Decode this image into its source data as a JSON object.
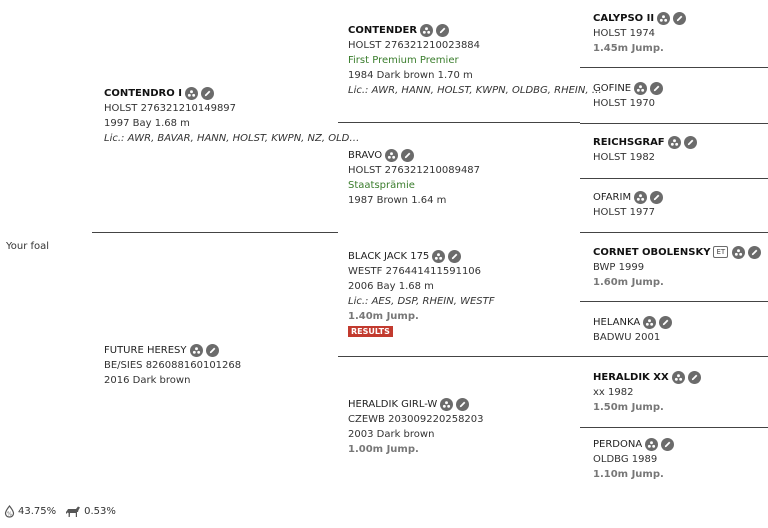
{
  "foal": {
    "label": "Your foal"
  },
  "stats": {
    "blood_percent": "43.75%",
    "thoroughbred_percent": "0.53%"
  },
  "gen1": [
    {
      "name": "CONTENDRO I",
      "id": "HOLST 276321210149897",
      "info": "1997 Bay 1.68 m",
      "lic": "Lic.: AWR, BAVAR, HANN, HOLST, KWPN, NZ, OLD…"
    },
    {
      "name": "FUTURE HERESY",
      "id": "BE/SIES 826088160101268",
      "info": "2016 Dark brown"
    }
  ],
  "gen2": [
    {
      "name": "CONTENDER",
      "id": "HOLST 276321210023884",
      "award": "First Premium Premier",
      "info": "1984 Dark brown 1.70 m",
      "lic": "Lic.: AWR, HANN, HOLST, KWPN, OLDBG, RHEIN, …"
    },
    {
      "name": "BRAVO",
      "id": "HOLST 276321210089487",
      "award": "Staatsprämie",
      "info": "1987 Brown 1.64 m"
    },
    {
      "name": "BLACK JACK 175",
      "id": "WESTF 276441411591106",
      "info": "2006 Bay 1.68 m",
      "lic": "Lic.: AES, DSP, RHEIN, WESTF",
      "jump": "1.40m Jump.",
      "results": "RESULTS"
    },
    {
      "name": "HERALDIK GIRL-W",
      "id": "CZEWB 203009220258203",
      "info": "2003 Dark brown",
      "jump": "1.00m Jump."
    }
  ],
  "gen3": [
    {
      "name": "CALYPSO II",
      "id": "HOLST 1974",
      "jump": "1.45m Jump."
    },
    {
      "name": "GOFINE",
      "id": "HOLST 1970"
    },
    {
      "name": "REICHSGRAF",
      "id": "HOLST 1982"
    },
    {
      "name": "OFARIM",
      "id": "HOLST 1977"
    },
    {
      "name": "CORNET OBOLENSKY",
      "badge": "ET",
      "id": "BWP 1999",
      "jump": "1.60m Jump."
    },
    {
      "name": "HELANKA",
      "id": "BADWU 2001"
    },
    {
      "name": "HERALDIK XX",
      "id": "xx 1982",
      "jump": "1.50m Jump."
    },
    {
      "name": "PERDONA",
      "id": "OLDBG 1989",
      "jump": "1.10m Jump."
    }
  ]
}
